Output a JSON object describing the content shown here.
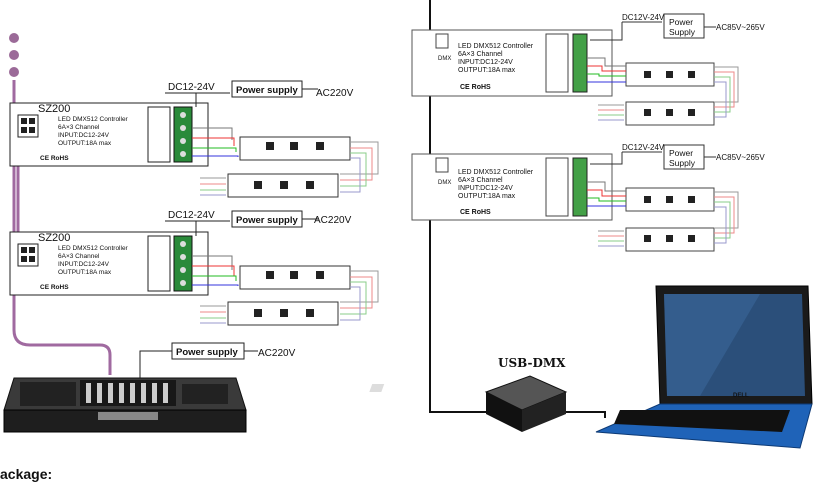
{
  "left": {
    "unit1": {
      "model": "SZ200",
      "desc1": "LED DMX512 Controller",
      "desc2": "6A×3 Channel",
      "desc3": "INPUT:DC12-24V",
      "desc4": "OUTPUT:18A max",
      "marks": "CE  RoHS",
      "dc": "DC12-24V",
      "psu": "Power supply",
      "ac": "AC220V"
    },
    "unit2": {
      "model": "SZ200",
      "desc1": "LED DMX512 Controller",
      "desc2": "6A×3 Channel",
      "desc3": "INPUT:DC12-24V",
      "desc4": "OUTPUT:18A max",
      "marks": "CE  RoHS",
      "dc": "DC12-24V",
      "psu": "Power supply",
      "ac": "AC220V"
    },
    "console": {
      "psu": "Power supply",
      "ac": "AC220V"
    }
  },
  "right": {
    "unit1": {
      "desc1": "LED DMX512 Controller",
      "desc2": "6A×3 Channel",
      "desc3": "INPUT:DC12-24V",
      "desc4": "OUTPUT:18A max",
      "marks": "CE  RoHS",
      "dc": "DC12V-24V",
      "psu1": "Power",
      "psu2": "Supply",
      "ac": "AC85V~265V"
    },
    "unit2": {
      "desc1": "LED DMX512 Controller",
      "desc2": "6A×3 Channel",
      "desc3": "INPUT:DC12-24V",
      "desc4": "OUTPUT:18A max",
      "marks": "CE  RoHS",
      "dc": "DC12V-24V",
      "psu1": "Power",
      "psu2": "Supply",
      "ac": "AC85V~265V"
    },
    "usb_dmx": "USB-DMX"
  },
  "footer": "ackage:"
}
